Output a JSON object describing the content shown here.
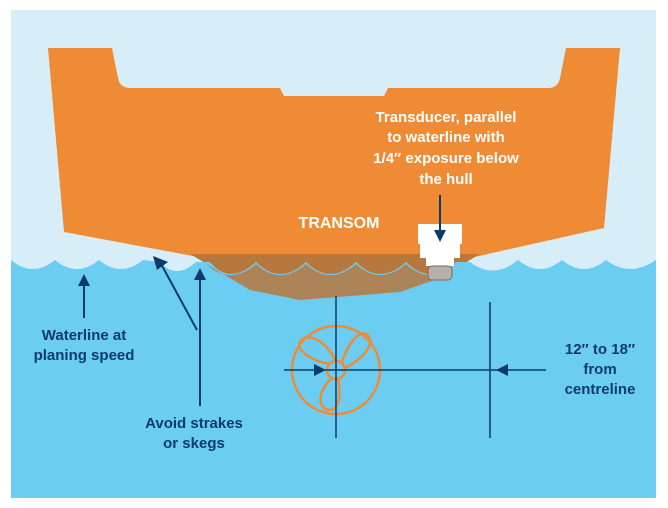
{
  "labels": {
    "transom": "TRANSOM",
    "transducer": [
      "Transducer, parallel",
      "to waterline with",
      "1/4″ exposure below",
      "the hull"
    ],
    "waterline": [
      "Waterline at",
      "planing speed"
    ],
    "strakes": [
      "Avoid strakes",
      "or skegs"
    ],
    "distance": [
      "12″ to 18″",
      "from",
      "centreline"
    ]
  },
  "colors": {
    "sky": "#d7eef9",
    "water": "#6ccdf2",
    "hull": "#f08b35",
    "submerged_hull": "#b8773c",
    "line": "#0d3b6e",
    "label_on_hull": "#ffffff",
    "label_in_water": "#0d3b6e"
  }
}
